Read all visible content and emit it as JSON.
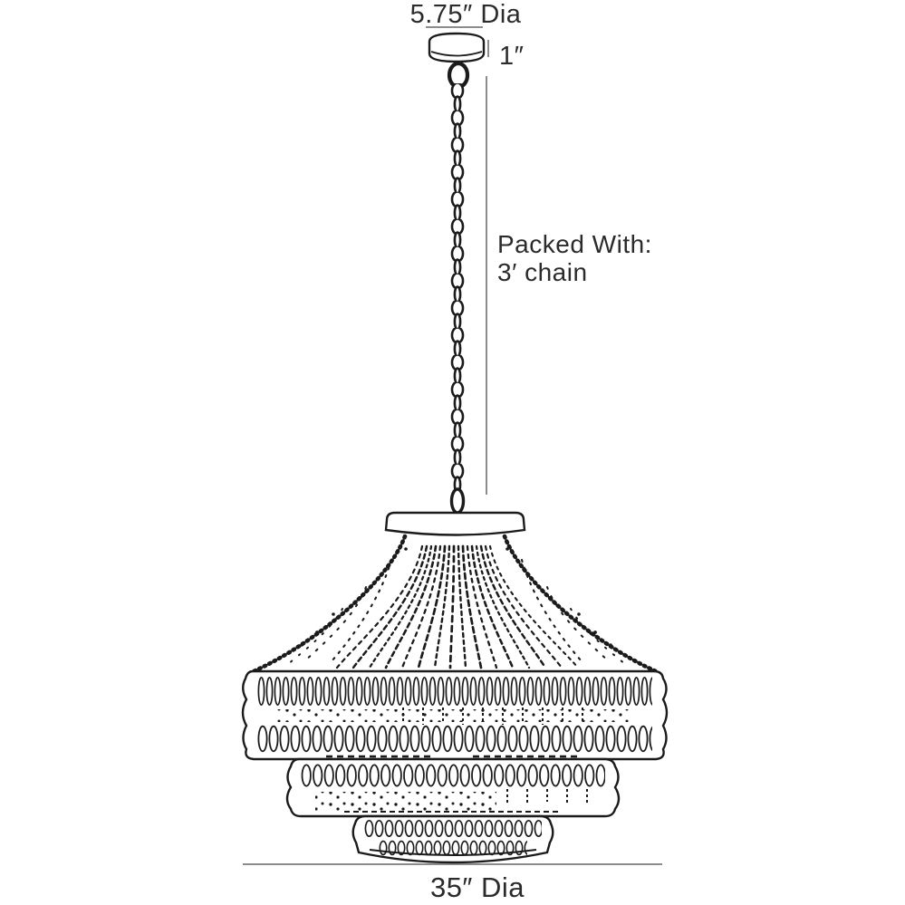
{
  "diagram": {
    "type": "product-dimension-drawing",
    "subject": "beaded tiered chandelier pendant",
    "top_diameter_label": "5.75″ Dia",
    "canopy_height_label": "1″",
    "packed_with_line1": "Packed With:",
    "packed_with_line2": "3′ chain",
    "bottom_diameter_label": "35″ Dia"
  },
  "colors": {
    "background": "#ffffff",
    "ink": "#1b1b1b",
    "dimension_line": "#8c8c8c",
    "text": "#2b2b2b"
  }
}
